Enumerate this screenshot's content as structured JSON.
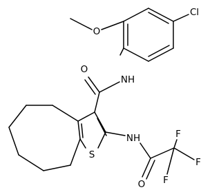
{
  "atoms": {
    "cl": "Cl",
    "o_methoxy": "O",
    "o_amide": "O",
    "nh_amide": "NH",
    "s": "S",
    "nh_trifluoro": "NH",
    "o_trifluoro": "O",
    "f_left": "F",
    "f_right": "F",
    "f_top": "F"
  },
  "colors": {
    "ink": "#000000",
    "background": "#ffffff"
  }
}
